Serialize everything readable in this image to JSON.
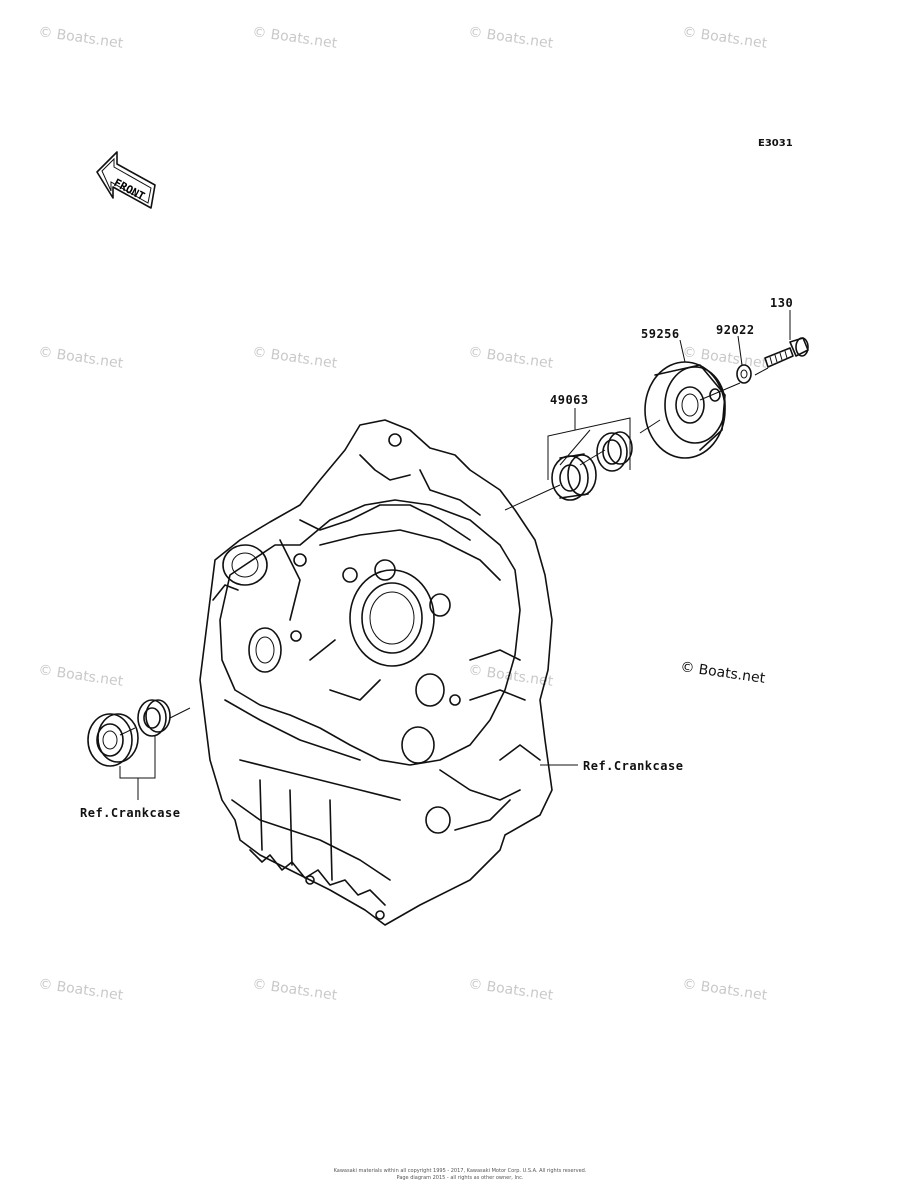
{
  "diagram_code": "E3031",
  "front_arrow_text": "FRONT",
  "parts": {
    "p130": "130",
    "p92022": "92022",
    "p59256": "59256",
    "p49063": "49063"
  },
  "references": {
    "right": "Ref.Crankcase",
    "left": "Ref.Crankcase"
  },
  "brand_mark": "© Boats.net",
  "watermark": "© Boats.net",
  "footer": {
    "line1": "Kawasaki materials within all copyright 1995 - 2017, Kawasaki Motor Corp. U.S.A. All rights reserved.",
    "line2": "Page diagram 2015 - all rights as other owner, Inc."
  }
}
